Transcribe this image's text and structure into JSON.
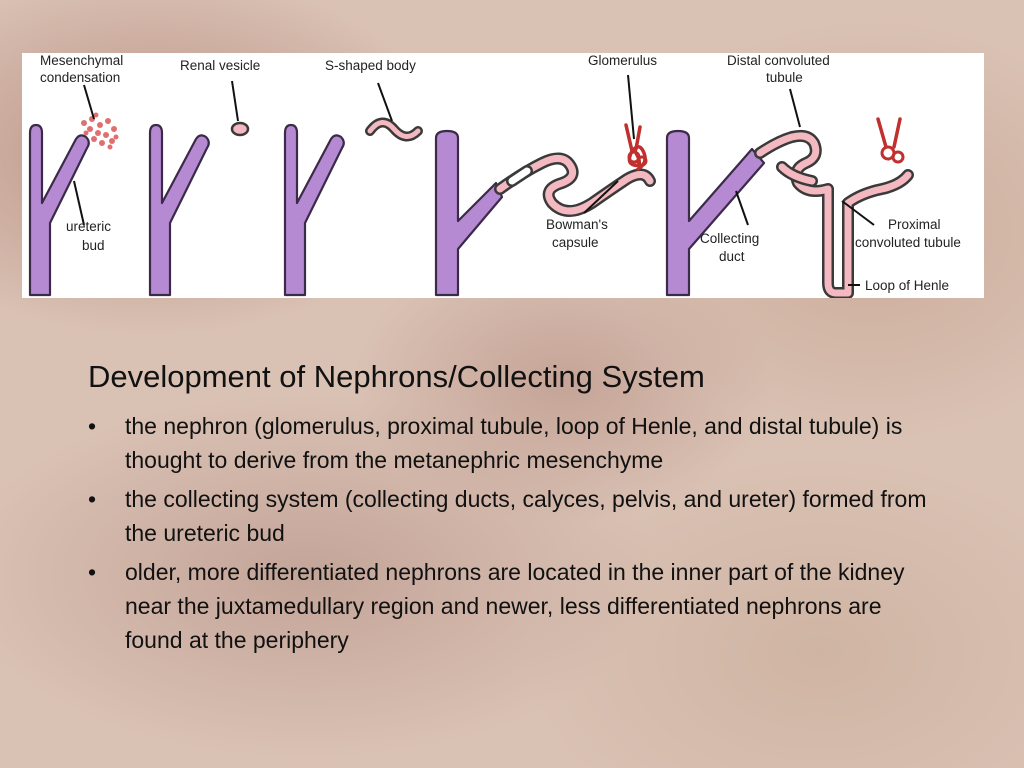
{
  "diagram": {
    "labels": {
      "mesenchymal_condensation": [
        "Mesenchymal",
        "condensation"
      ],
      "renal_vesicle": "Renal vesicle",
      "s_shaped_body": "S-shaped body",
      "glomerulus": "Glomerulus",
      "distal_convoluted_tubule": [
        "Distal convoluted",
        "tubule"
      ],
      "ureteric_bud": [
        "ureteric",
        "bud"
      ],
      "bowmans_capsule": [
        "Bowman's",
        "capsule"
      ],
      "collecting_duct": [
        "Collecting",
        "duct"
      ],
      "proximal_convoluted_tubule": [
        "Proximal",
        "convoluted tubule"
      ],
      "loop_of_henle": "Loop of Henle"
    },
    "colors": {
      "duct": "#b68ad2",
      "tubule": "#f4b8c0",
      "glomerulus": "#c0302e",
      "condensation": "#e07070"
    }
  },
  "slide": {
    "title": "Development of Nephrons/Collecting System",
    "bullet_glyph": "•",
    "bullets": [
      "the nephron (glomerulus, proximal tubule, loop of Henle, and distal tubule) is thought to derive from the metanephric mesenchyme",
      "the collecting system (collecting ducts, calyces, pelvis, and ureter) formed from the ureteric bud",
      "older, more differentiated nephrons are located in the inner part of the kidney near the juxtamedullary region and newer, less differentiated nephrons are found at the periphery"
    ]
  }
}
